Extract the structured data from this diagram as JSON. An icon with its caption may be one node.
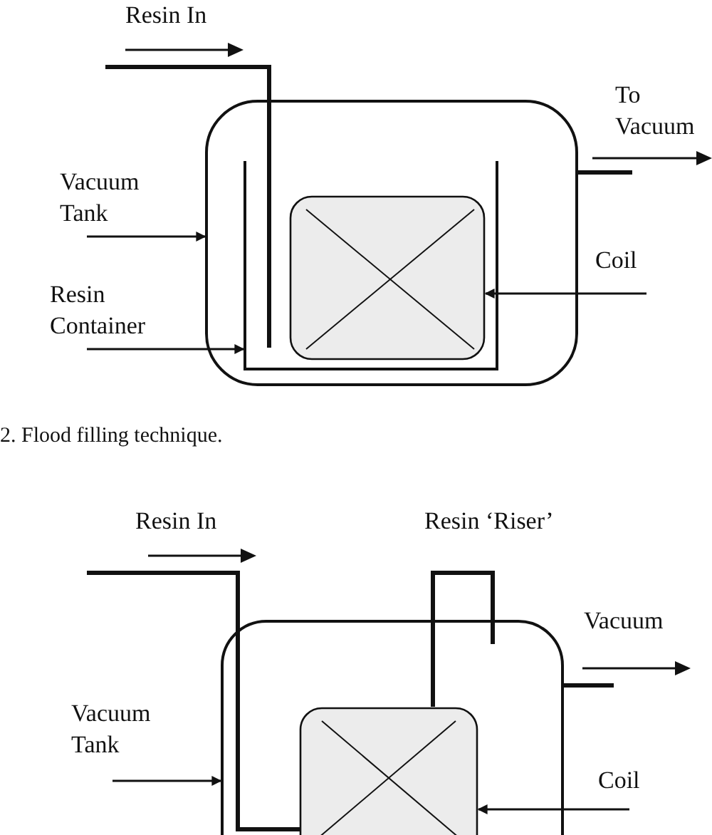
{
  "diagram": {
    "nodes": [
      {
        "text": [
          "Vacuum Tank"
        ]
      },
      {
        "text": [
          "Resin Container"
        ]
      },
      {
        "text": [
          "Coil"
        ]
      },
      {
        "text": [],
        "shape": "box"
      },
      {
        "text": [],
        "shape": "box",
        "in": 3
      },
      {
        "text": [],
        "shape": "box",
        "in": 4
      },
      {
        "text": [
          "Vacuum Tank"
        ]
      },
      {
        "text": [
          "Coil"
        ]
      },
      {
        "text": [],
        "shape": "box"
      },
      {
        "text": [],
        "shape": "box",
        "in": 8
      }
    ],
    "edges": [
      {
        "from": 0,
        "to": 3,
        "arrow": "to"
      },
      {
        "from": 1,
        "to": 4,
        "arrow": "to"
      },
      {
        "from": 2,
        "to": 5,
        "arrow": "to"
      },
      {
        "from": 6,
        "to": 8,
        "arrow": "to"
      },
      {
        "from": 7,
        "to": 9,
        "arrow": "to"
      }
    ],
    "labels": [
      "Resin In",
      "To Vacuum",
      "2.   Flood filling technique.",
      "Resin In",
      "Resin ‘Riser’",
      "Vacuum"
    ]
  }
}
